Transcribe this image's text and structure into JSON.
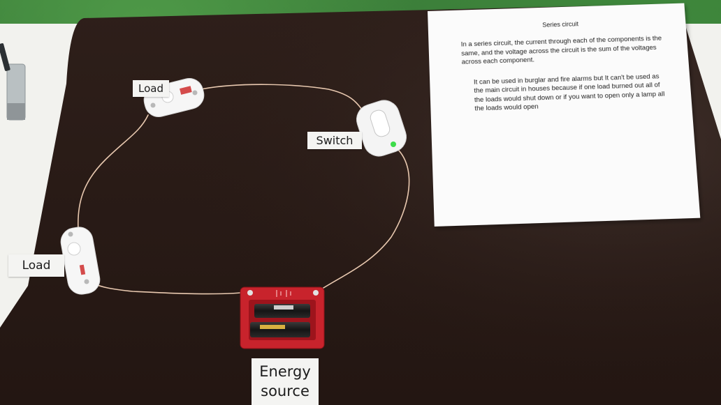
{
  "labels": {
    "load_top": "Load",
    "switch": "Switch",
    "load_left": "Load",
    "energy_line1": "Energy",
    "energy_line2": "source"
  },
  "poster": {
    "title": "Series circuit",
    "paragraph1": "In a series circuit, the current through each of the components is the same, and the voltage across the circuit is the sum of the voltages across each component.",
    "paragraph2": "It can be used in burglar and fire alarms but It can't be used as the main circuit in houses because if one load burned out all of the loads would shut down or if you want to open only a lamp all the loads would open"
  },
  "colors": {
    "board": "#2b1c17",
    "cloth": "#f2f2ee",
    "battery_holder": "#c8232c",
    "wire": "#e9c9b0",
    "module": "#f6f6f6",
    "switch_led": "#3ddc4a"
  }
}
